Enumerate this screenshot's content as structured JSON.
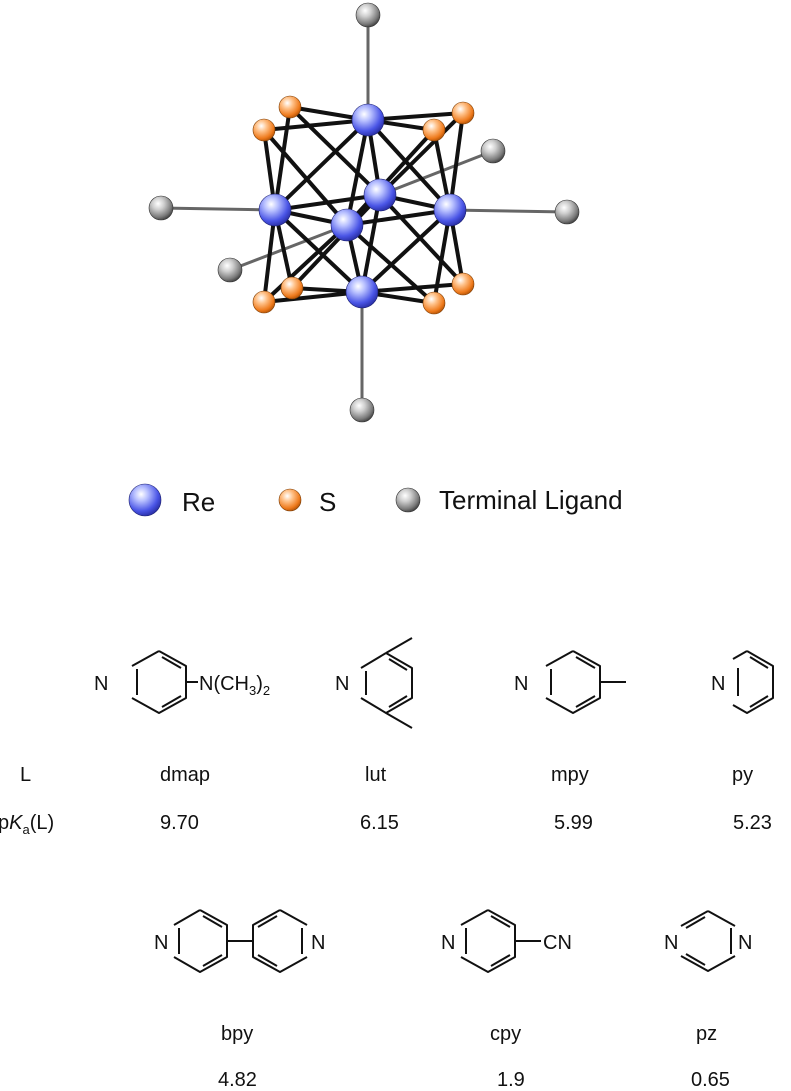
{
  "legend": {
    "re_label": "Re",
    "s_label": "S",
    "terminal_label": "Terminal Ligand"
  },
  "table": {
    "row1_header": "L",
    "row2_header_p": "p",
    "row2_header_k": "K",
    "row2_header_a": "a",
    "row2_header_rest": "(L)"
  },
  "ligands_top": [
    {
      "abbr": "dmap",
      "pka": "9.70"
    },
    {
      "abbr": "lut",
      "pka": "6.15"
    },
    {
      "abbr": "mpy",
      "pka": "5.99"
    },
    {
      "abbr": "py",
      "pka": "5.23"
    }
  ],
  "ligands_bottom": [
    {
      "abbr": "bpy",
      "pka": "4.82"
    },
    {
      "abbr": "cpy",
      "pka": "1.9"
    },
    {
      "abbr": "pz",
      "pka": "0.65"
    }
  ],
  "structure_labels": {
    "n": "N",
    "dmap_sub_a": "N(CH",
    "dmap_sub_b": "3",
    "dmap_sub_c": ")",
    "dmap_sub_d": "2",
    "cn": "CN"
  },
  "colors": {
    "rhenium": "#4a55e6",
    "sulfur": "#ee7a1c",
    "terminal": "#808080",
    "bond": "#111111",
    "terminal_bond": "#666666"
  }
}
